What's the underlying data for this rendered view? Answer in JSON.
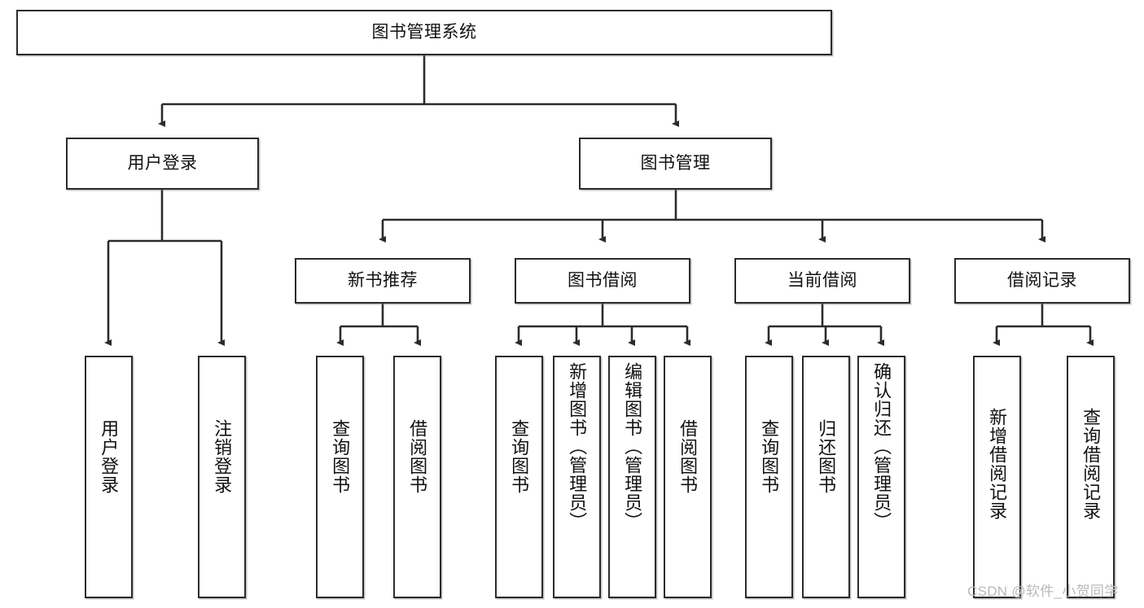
{
  "diagram": {
    "title": "图书管理系统",
    "type": "tree-hierarchy-diagram",
    "root": {
      "id": "root",
      "label": "图书管理系统"
    },
    "level2": [
      {
        "id": "user-login",
        "label": "用户登录"
      },
      {
        "id": "book-manage",
        "label": "图书管理"
      }
    ],
    "level3": [
      {
        "id": "new-book-recommend",
        "label": "新书推荐"
      },
      {
        "id": "book-borrow",
        "label": "图书借阅"
      },
      {
        "id": "current-borrow",
        "label": "当前借阅"
      },
      {
        "id": "borrow-record",
        "label": "借阅记录"
      }
    ],
    "leaves": [
      {
        "id": "leaf-user-login",
        "label": "用户登录",
        "parent": "user-login"
      },
      {
        "id": "leaf-user-logout",
        "label": "注销登录",
        "parent": "user-login"
      },
      {
        "id": "leaf-query-book-1",
        "label": "查询图书",
        "parent": "new-book-recommend"
      },
      {
        "id": "leaf-borrow-book-1",
        "label": "借阅图书",
        "parent": "new-book-recommend"
      },
      {
        "id": "leaf-query-book-2",
        "label": "查询图书",
        "parent": "book-borrow"
      },
      {
        "id": "leaf-add-book",
        "label": "新增图书（管理员）",
        "parent": "book-borrow"
      },
      {
        "id": "leaf-edit-book",
        "label": "编辑图书（管理员）",
        "parent": "book-borrow"
      },
      {
        "id": "leaf-borrow-book-2",
        "label": "借阅图书",
        "parent": "book-borrow"
      },
      {
        "id": "leaf-query-book-3",
        "label": "查询图书",
        "parent": "current-borrow"
      },
      {
        "id": "leaf-return-book",
        "label": "归还图书",
        "parent": "current-borrow"
      },
      {
        "id": "leaf-confirm-return",
        "label": "确认归还（管理员）",
        "parent": "current-borrow"
      },
      {
        "id": "leaf-add-record",
        "label": "新增借阅记录",
        "parent": "borrow-record"
      },
      {
        "id": "leaf-query-record",
        "label": "查询借阅记录",
        "parent": "borrow-record"
      }
    ],
    "watermark": "CSDN @软件_小贺同学",
    "colors": {
      "stroke": "#2b2b2b",
      "fill": "#ffffff",
      "text": "#111111",
      "watermark": "#b9b9b9"
    }
  }
}
